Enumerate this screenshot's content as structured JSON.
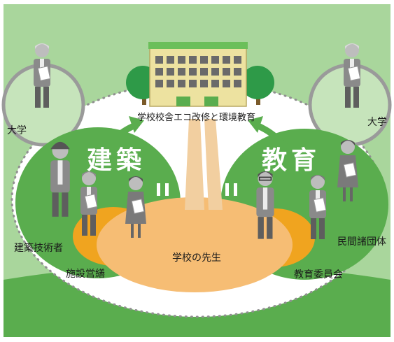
{
  "title": "学校校舎エコ改修と環境教育",
  "domains": {
    "architecture": "建築",
    "education": "教育"
  },
  "labels": {
    "university_left": "大学",
    "university_right": "大学",
    "architect": "建築技術者",
    "facility": "施設営繕",
    "teachers": "学校の先生",
    "board": "教育委員会",
    "ngo": "民間諸団体"
  },
  "colors": {
    "background": "#a9d69c",
    "green": "#5aad4e",
    "orange": "#f6bd74",
    "gold": "#f0a41f",
    "building": "#ede2a0",
    "person": "#8a8a8a"
  }
}
